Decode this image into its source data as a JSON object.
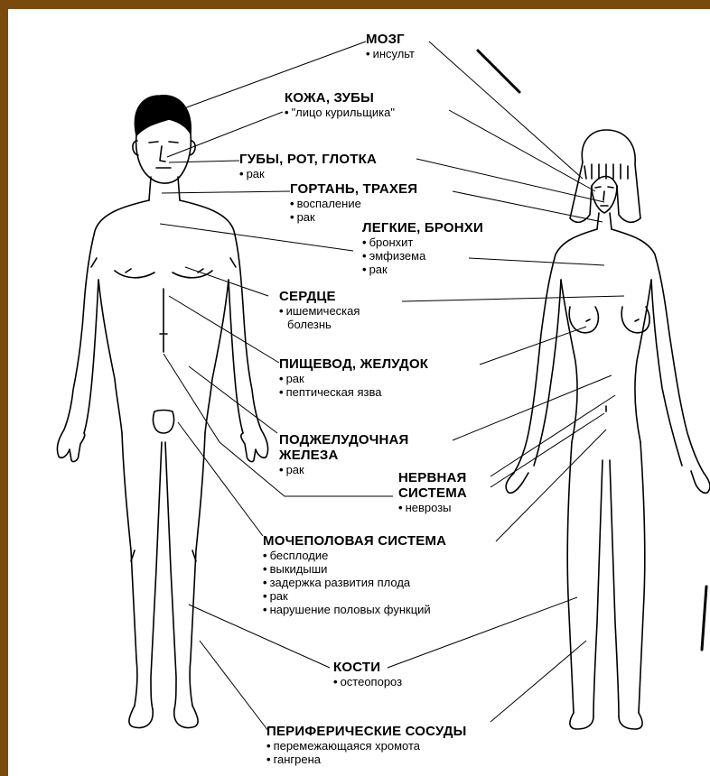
{
  "labels": {
    "brain": {
      "title": "МОЗГ",
      "items": [
        "инсульт"
      ]
    },
    "skin": {
      "title": "КОЖА, ЗУБЫ",
      "items": [
        "\"лицо курильщика\""
      ]
    },
    "lips": {
      "title": "ГУБЫ, РОТ, ГЛОТКА",
      "items": [
        "рак"
      ]
    },
    "larynx": {
      "title": "ГОРТАНЬ, ТРАХЕЯ",
      "items": [
        "воспаление",
        "рак"
      ]
    },
    "lungs": {
      "title": "ЛЕГКИЕ, БРОНХИ",
      "items": [
        "бронхит",
        "эмфизема",
        "рак"
      ]
    },
    "heart": {
      "title": "СЕРДЦЕ",
      "items": [
        "ишемическая"
      ],
      "cont": "болезнь"
    },
    "esoph": {
      "title": "ПИЩЕВОД, ЖЕЛУДОК",
      "items": [
        "рак",
        "пептическая язва"
      ]
    },
    "pancreas": {
      "title1": "ПОДЖЕЛУДОЧНАЯ",
      "title2": "ЖЕЛЕЗА",
      "items": [
        "рак"
      ]
    },
    "nerv": {
      "title1": "НЕРВНАЯ",
      "title2": "СИСТЕМА",
      "items": [
        "неврозы"
      ]
    },
    "uro": {
      "title": "МОЧЕПОЛОВАЯ СИСТЕМА",
      "items": [
        "бесплодие",
        "выкидыши",
        "задержка развития плода",
        "рак",
        "нарушение половых функций"
      ]
    },
    "bones": {
      "title": "КОСТИ",
      "items": [
        "остеопороз"
      ]
    },
    "vessels": {
      "title": "ПЕРИФЕРИЧЕСКИЕ СОСУДЫ",
      "items": [
        "перемежающаяся хромота",
        "гангрена"
      ]
    }
  },
  "figure_icons": [
    "male-figure",
    "female-figure"
  ],
  "colors": {
    "frame": "#7a4a0c",
    "background": "#ffffff",
    "ink": "#000000"
  }
}
